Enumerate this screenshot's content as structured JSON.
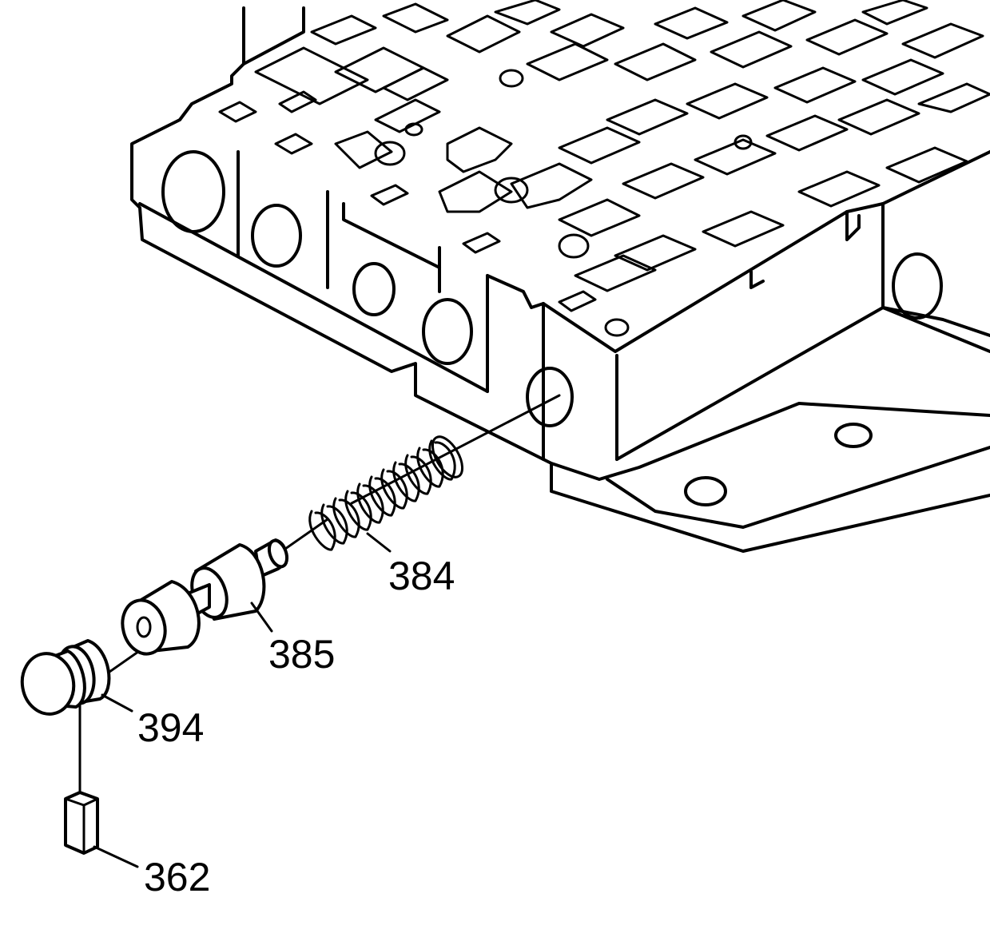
{
  "diagram": {
    "subject": "",
    "callouts": [
      {
        "id": "callout-384",
        "label": "384"
      },
      {
        "id": "callout-385",
        "label": "385"
      },
      {
        "id": "callout-394",
        "label": "394"
      },
      {
        "id": "callout-362",
        "label": "362"
      }
    ],
    "colors": {
      "line": "#000000",
      "background": "#ffffff"
    }
  }
}
